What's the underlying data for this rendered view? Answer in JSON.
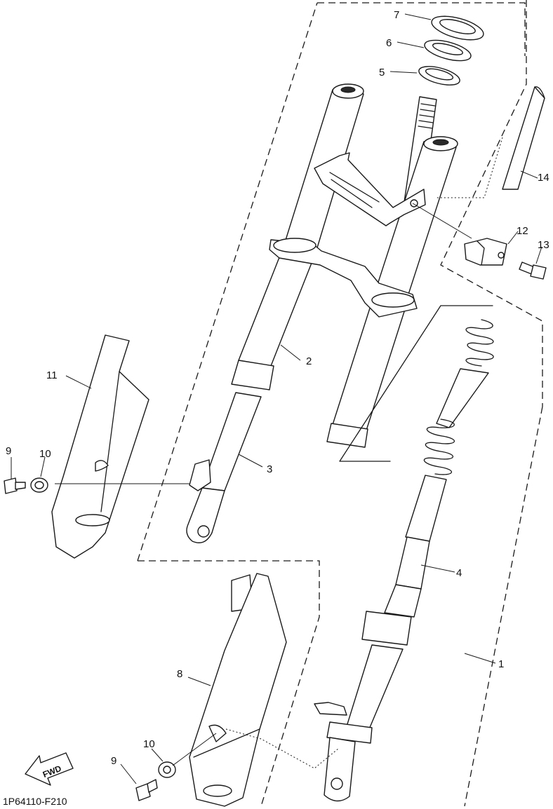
{
  "diagram": {
    "code": "1P64110-F210",
    "fwd_label": "FWD",
    "callouts": [
      {
        "id": "c1",
        "label": "1"
      },
      {
        "id": "c2",
        "label": "2"
      },
      {
        "id": "c3",
        "label": "3"
      },
      {
        "id": "c4",
        "label": "4"
      },
      {
        "id": "c5",
        "label": "5"
      },
      {
        "id": "c6",
        "label": "6"
      },
      {
        "id": "c7",
        "label": "7"
      },
      {
        "id": "c8",
        "label": "8"
      },
      {
        "id": "c9a",
        "label": "9"
      },
      {
        "id": "c9b",
        "label": "9"
      },
      {
        "id": "c10a",
        "label": "10"
      },
      {
        "id": "c10b",
        "label": "10"
      },
      {
        "id": "c11",
        "label": "11"
      },
      {
        "id": "c12",
        "label": "12"
      },
      {
        "id": "c13",
        "label": "13"
      },
      {
        "id": "c14",
        "label": "14"
      }
    ]
  }
}
